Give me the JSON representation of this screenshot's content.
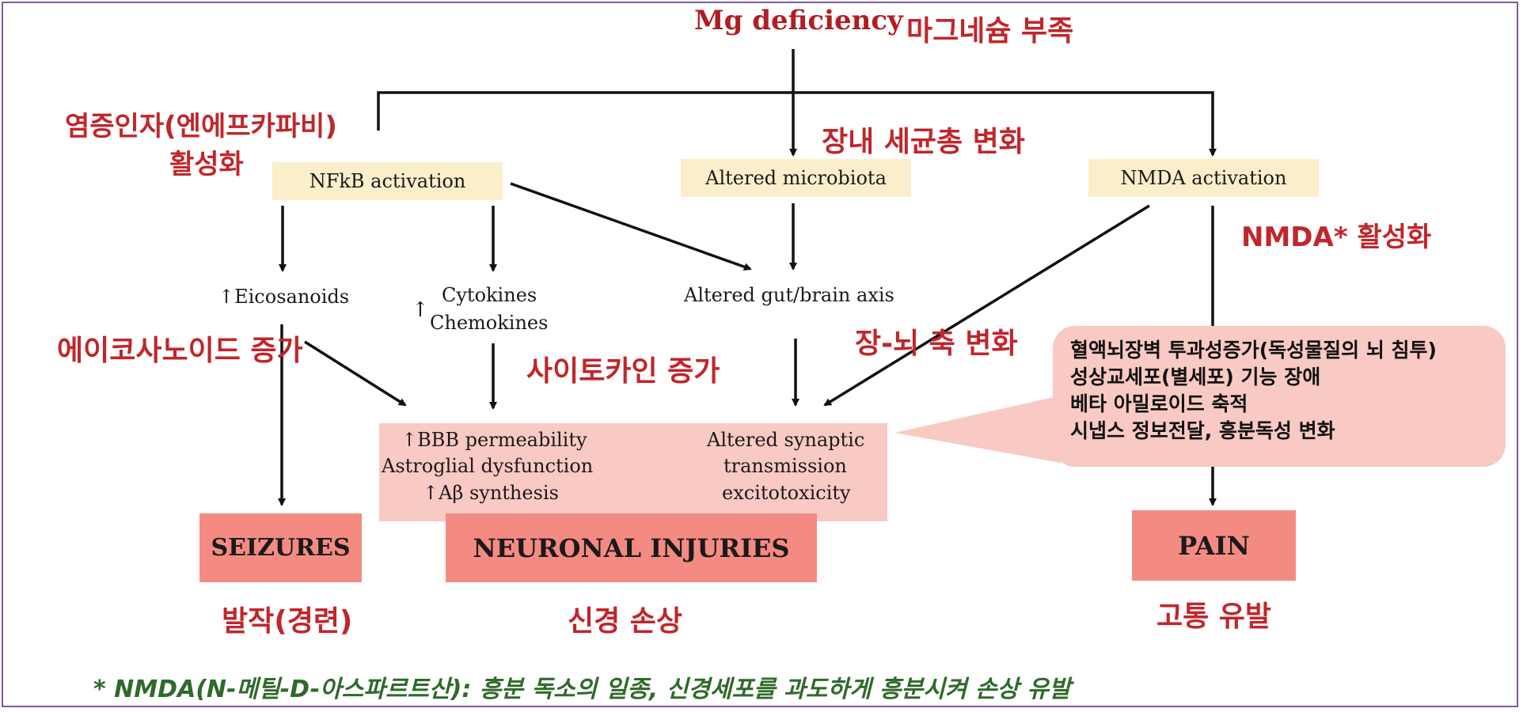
{
  "title": {
    "en": "Mg deficiency",
    "kr": "마그네슘 부족"
  },
  "nodes": {
    "nfkb": {
      "en": "NFkB activation",
      "kr_line1": "염증인자(엔에프카파비)",
      "kr_line2": "활성화"
    },
    "microbiota": {
      "en": "Altered microbiota",
      "kr": "장내 세균총 변화"
    },
    "nmda": {
      "en": "NMDA activation",
      "kr": "NMDA* 활성화"
    },
    "eicosanoids": {
      "arrow": "↑",
      "en": "Eicosanoids",
      "kr": "에이코사노이드 증가"
    },
    "cytokines": {
      "arrow": "↑",
      "line1": "Cytokines",
      "line2": "Chemokines",
      "kr": "사이토카인 증가"
    },
    "gut_brain": {
      "en": "Altered gut/brain axis",
      "kr": "장-뇌 축 변화"
    },
    "effects_left": {
      "line1": "↑BBB permeability",
      "line2": "Astroglial dysfunction",
      "line3": "↑Aβ synthesis"
    },
    "effects_right": {
      "line1": "Altered synaptic",
      "line2": "transmission",
      "line3": "excitotoxicity"
    }
  },
  "outcomes": {
    "seizures": {
      "en": "SEIZURES",
      "kr": "발작(경련)"
    },
    "neuronal": {
      "en": "NEURONAL INJURIES",
      "kr": "신경 손상"
    },
    "pain": {
      "en": "PAIN",
      "kr": "고통 유발"
    }
  },
  "callout": {
    "lines": [
      "혈액뇌장벽 투과성증가(독성물질의 뇌 침투)",
      "성상교세포(별세포) 기능 장애",
      "베타 아밀로이드 축적",
      "시냅스 정보전달, 흥분독성 변화"
    ]
  },
  "footnote": "* NMDA(N-메틸-D-아스파르트산): 흥분 독소의 일종, 신경세포를 과도하게 흥분시켜 손상 유발",
  "colors": {
    "korean_label": "#c0262b",
    "title_en": "#b01e23",
    "footnote": "#2f6a2a",
    "yellow_box": "#fbeecb",
    "pink_box": "#f9c9c4",
    "red_box": "#f48b82",
    "frame": "#7b5aa6"
  }
}
